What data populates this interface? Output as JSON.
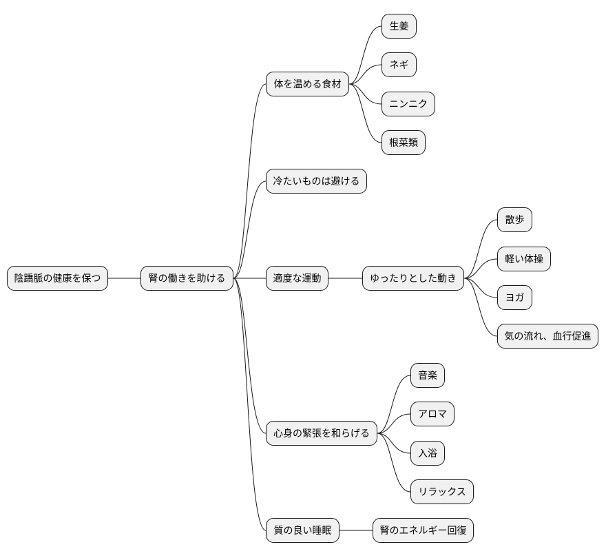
{
  "mindmap": {
    "root": "陰蹻脈の健康を保つ",
    "hub": "腎の働きを助ける",
    "warm_foods": {
      "label": "体を温める食材",
      "items": [
        "生姜",
        "ネギ",
        "ニンニク",
        "根菜類"
      ]
    },
    "avoid_cold": "冷たいものは避ける",
    "exercise": {
      "label": "適度な運動",
      "gentle": {
        "label": "ゆったりとした動き",
        "items": [
          "散歩",
          "軽い体操",
          "ヨガ",
          "気の流れ、血行促進"
        ]
      }
    },
    "relax": {
      "label": "心身の緊張を和らげる",
      "items": [
        "音楽",
        "アロマ",
        "入浴",
        "リラックス"
      ]
    },
    "sleep": {
      "label": "質の良い睡眠",
      "items": [
        "腎のエネルギー回復"
      ]
    }
  }
}
